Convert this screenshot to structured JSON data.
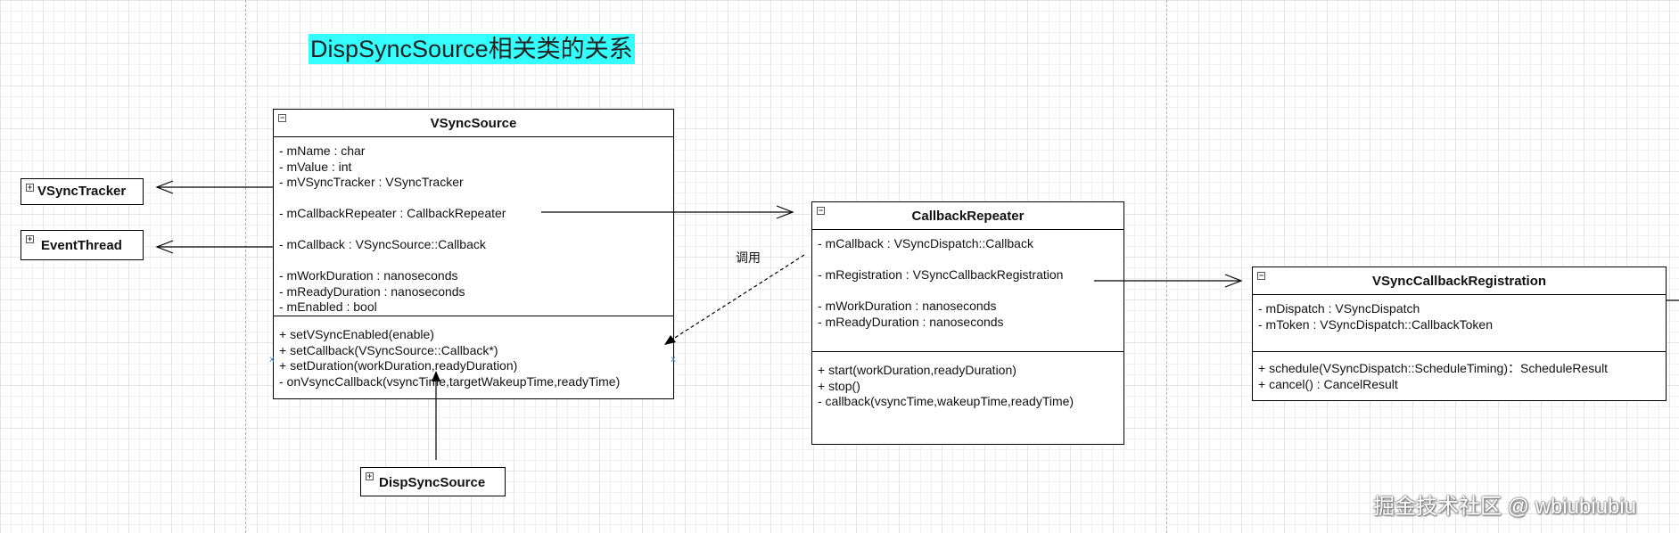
{
  "title": "DispSyncSource相关类的关系",
  "classes": {
    "vsyncsource": {
      "name": "VSyncSource",
      "attributes": [
        "- mName : char",
        "- mValue : int",
        "- mVSyncTracker : VSyncTracker",
        "",
        "- mCallbackRepeater : CallbackRepeater",
        "",
        "- mCallback : VSyncSource::Callback",
        "",
        "- mWorkDuration : nanoseconds",
        "- mReadyDuration : nanoseconds",
        "- mEnabled : bool"
      ],
      "methods": [
        "+ setVSyncEnabled(enable)",
        "+ setCallback(VSyncSource::Callback*)",
        "+ setDuration(workDuration,readyDuration)",
        "- onVsyncCallback(vsyncTime,targetWakeupTime,readyTime)"
      ]
    },
    "callbackrepeater": {
      "name": "CallbackRepeater",
      "attributes": [
        "- mCallback : VSyncDispatch::Callback",
        "",
        "- mRegistration : VSyncCallbackRegistration",
        "",
        "- mWorkDuration : nanoseconds",
        "- mReadyDuration : nanoseconds"
      ],
      "methods": [
        "+ start(workDuration,readyDuration)",
        "+ stop()",
        "- callback(vsyncTime,wakeupTime,readyTime)"
      ]
    },
    "registration": {
      "name": "VSyncCallbackRegistration",
      "attributes": [
        "- mDispatch : VSyncDispatch",
        "- mToken : VSyncDispatch::CallbackToken"
      ],
      "methods": [
        "+ schedule(VSyncDispatch::ScheduleTiming)：ScheduleResult",
        "+ cancel() : CancelResult"
      ]
    }
  },
  "collapsed": {
    "vsynctracker": "VSyncTracker",
    "eventthread": "EventThread",
    "dispsyncsource": "DispSyncSource"
  },
  "call_label": "调用",
  "collapse_glyph": "−",
  "expand_glyph": "+",
  "watermark": "掘金技术社区 @ wbiubiubiu"
}
